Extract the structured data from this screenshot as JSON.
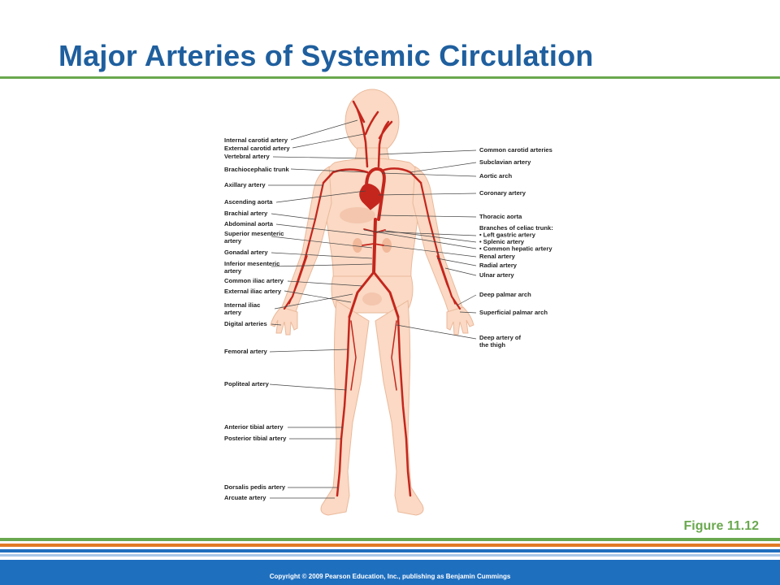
{
  "slide": {
    "title": "Major Arteries of Systemic Circulation",
    "figure_label": "Figure 11.12",
    "copyright": "Copyright © 2009 Pearson Education, Inc., publishing as Benjamin Cummings",
    "colors": {
      "title": "#1f5f9e",
      "accent_green": "#6aa84f",
      "accent_orange": "#e07b24",
      "footer_blue": "#1f6fbf",
      "artery_red": "#c4261d",
      "skin": "#fbd9c4"
    }
  },
  "labels_left": [
    {
      "id": "internal-carotid-artery",
      "lines": [
        "Internal carotid artery"
      ]
    },
    {
      "id": "external-carotid-artery",
      "lines": [
        "External carotid artery"
      ]
    },
    {
      "id": "vertebral-artery",
      "lines": [
        "Vertebral artery"
      ]
    },
    {
      "id": "brachiocephalic-trunk",
      "lines": [
        "Brachiocephalic trunk"
      ]
    },
    {
      "id": "axillary-artery",
      "lines": [
        "Axillary artery"
      ]
    },
    {
      "id": "ascending-aorta",
      "lines": [
        "Ascending aorta"
      ]
    },
    {
      "id": "brachial-artery",
      "lines": [
        "Brachial artery"
      ]
    },
    {
      "id": "abdominal-aorta",
      "lines": [
        "Abdominal aorta"
      ]
    },
    {
      "id": "superior-mesenteric-artery",
      "lines": [
        "Superior mesenteric",
        "artery"
      ]
    },
    {
      "id": "gonadal-artery",
      "lines": [
        "Gonadal artery"
      ]
    },
    {
      "id": "inferior-mesenteric-artery",
      "lines": [
        "Inferior mesenteric",
        "artery"
      ]
    },
    {
      "id": "common-iliac-artery",
      "lines": [
        "Common iliac artery"
      ]
    },
    {
      "id": "external-iliac-artery",
      "lines": [
        "External iliac artery"
      ]
    },
    {
      "id": "internal-iliac-artery",
      "lines": [
        "Internal iliac",
        "artery"
      ]
    },
    {
      "id": "digital-arteries",
      "lines": [
        "Digital arteries"
      ]
    },
    {
      "id": "femoral-artery",
      "lines": [
        "Femoral artery"
      ]
    },
    {
      "id": "popliteal-artery",
      "lines": [
        "Popliteal artery"
      ]
    },
    {
      "id": "anterior-tibial-artery",
      "lines": [
        "Anterior tibial artery"
      ]
    },
    {
      "id": "posterior-tibial-artery",
      "lines": [
        "Posterior tibial artery"
      ]
    },
    {
      "id": "dorsalis-pedis-artery",
      "lines": [
        "Dorsalis pedis artery"
      ]
    },
    {
      "id": "arcuate-artery",
      "lines": [
        "Arcuate artery"
      ]
    }
  ],
  "labels_right": [
    {
      "id": "common-carotid-arteries",
      "lines": [
        "Common carotid arteries"
      ]
    },
    {
      "id": "subclavian-artery",
      "lines": [
        "Subclavian artery"
      ]
    },
    {
      "id": "aortic-arch",
      "lines": [
        "Aortic arch"
      ]
    },
    {
      "id": "coronary-artery",
      "lines": [
        "Coronary artery"
      ]
    },
    {
      "id": "thoracic-aorta",
      "lines": [
        "Thoracic aorta"
      ]
    },
    {
      "id": "branches-of-celiac-trunk",
      "lines": [
        "Branches of celiac trunk:",
        "• Left gastric artery",
        "• Splenic artery",
        "• Common hepatic artery"
      ]
    },
    {
      "id": "renal-artery",
      "lines": [
        "Renal artery"
      ]
    },
    {
      "id": "radial-artery",
      "lines": [
        "Radial artery"
      ]
    },
    {
      "id": "ulnar-artery",
      "lines": [
        "Ulnar artery"
      ]
    },
    {
      "id": "deep-palmar-arch",
      "lines": [
        "Deep palmar arch"
      ]
    },
    {
      "id": "superficial-palmar-arch",
      "lines": [
        "Superficial palmar arch"
      ]
    },
    {
      "id": "deep-artery-of-the-thigh",
      "lines": [
        "Deep artery of",
        "the thigh"
      ]
    }
  ]
}
